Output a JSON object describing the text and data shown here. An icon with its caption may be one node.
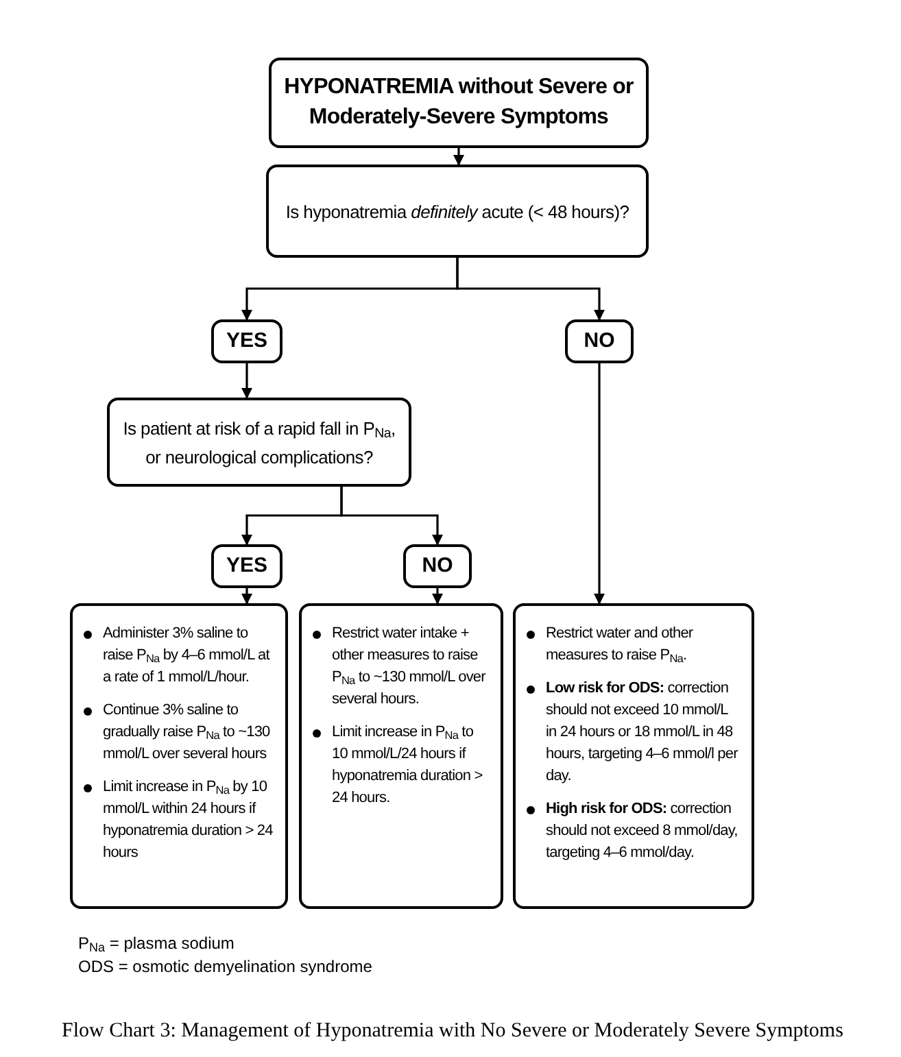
{
  "diagram": {
    "caption": "Flow Chart 3: Management of Hyponatremia with No Severe or Moderately Severe Symptoms",
    "nodes": [
      {
        "text": [
          "HYPONATREMIA without Severe or Moderately-Severe Symptoms"
        ]
      },
      {
        "text": [
          "Is hyponatremia *definitely* acute (< 48 hours)?"
        ]
      },
      {
        "text": [
          "YES"
        ]
      },
      {
        "text": [
          "NO"
        ]
      },
      {
        "text": [
          "Is patient at risk of a rapid fall in P$_{Na}$, or neurological complications?"
        ]
      },
      {
        "text": [
          "YES"
        ]
      },
      {
        "text": [
          "NO"
        ]
      },
      {
        "text": [
          "Administer 3% saline to raise P$_{Na}$ by 4–6 mmol/L at a rate of 1 mmol/L/hour.",
          "Continue 3% saline to gradually raise P$_{Na}$ to ~130 mmol/L over several hours",
          "Limit increase in P$_{Na}$ by 10 mmol/L within 24 hours if hyponatremia duration > 24 hours"
        ]
      },
      {
        "text": [
          "Restrict water intake + other measures to raise P$_{Na}$ to ~130 mmol/L over several hours.",
          "Limit increase in P$_{Na}$ to 10 mmol/L/24 hours if hyponatremia duration > 24 hours."
        ]
      },
      {
        "text": [
          "Restrict water and other measures to raise P$_{Na}$.",
          "**Low risk for ODS:** correction should not exceed 10 mmol/L in 24 hours or 18 mmol/L in 48 hours, targeting 4–6 mmol/l per day.",
          "**High risk for ODS:** correction should not exceed 8 mmol/day, targeting 4–6 mmol/day."
        ]
      }
    ],
    "edges": [
      {
        "from": 0,
        "to": 1,
        "arrow": "to"
      },
      {
        "from": 1,
        "to": 2,
        "arrow": "to"
      },
      {
        "from": 1,
        "to": 3,
        "arrow": "to"
      },
      {
        "from": 2,
        "to": 4,
        "arrow": "to"
      },
      {
        "from": 4,
        "to": 5,
        "arrow": "to"
      },
      {
        "from": 4,
        "to": 6,
        "arrow": "to"
      },
      {
        "from": 5,
        "to": 7,
        "arrow": "to"
      },
      {
        "from": 6,
        "to": 8,
        "arrow": "to"
      },
      {
        "from": 3,
        "to": 9,
        "arrow": "to"
      }
    ],
    "labels": [
      "P$_{Na}$ = plasma sodium",
      "ODS = osmotic demyelination syndrome"
    ]
  }
}
